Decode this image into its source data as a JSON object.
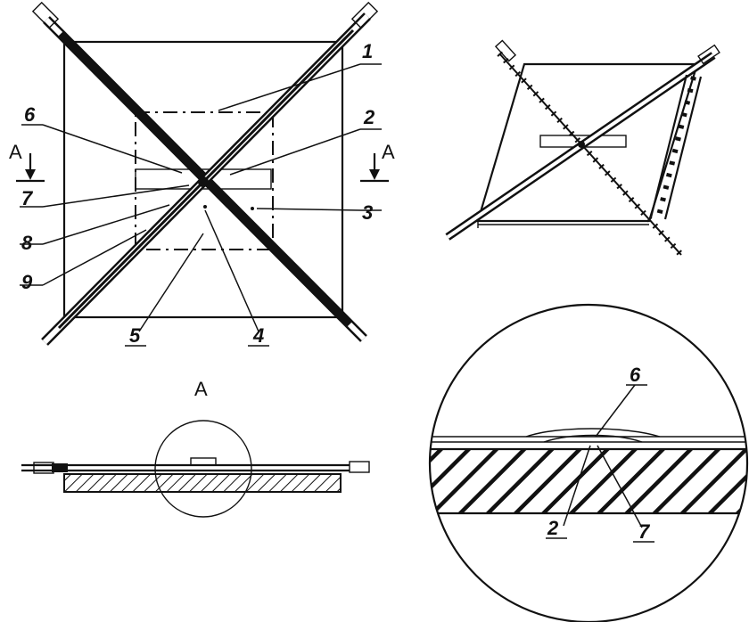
{
  "figure": {
    "labels": {
      "n1": "1",
      "n2": "2",
      "n3": "3",
      "n4": "4",
      "n5": "5",
      "n6": "6",
      "n7": "7",
      "n8": "8",
      "n9": "9",
      "section_left": "A",
      "section_right": "A",
      "section_view_title": "A"
    },
    "detail_labels": {
      "d6": "6",
      "d2": "2",
      "d7": "7"
    }
  }
}
